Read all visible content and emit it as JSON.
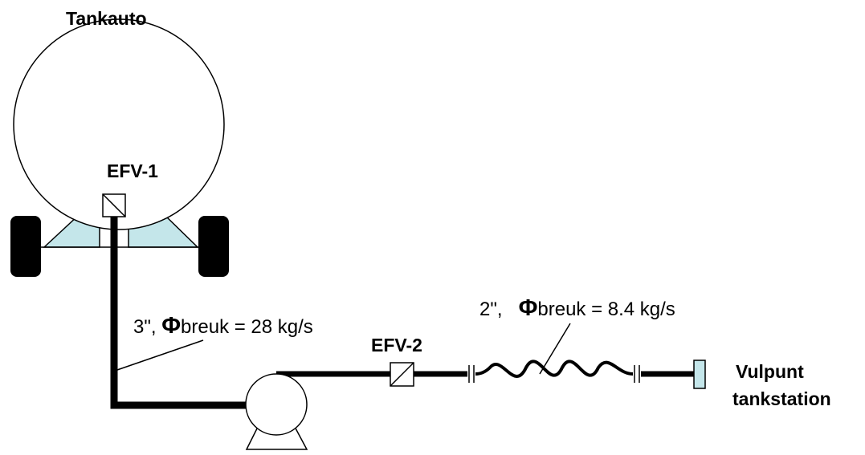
{
  "labels": {
    "tank": "Tankauto",
    "efv1": "EFV-1",
    "efv2": "EFV-2",
    "pipe3_prefix": "3\",",
    "pipe3_phi": "Φ",
    "pipe3_text": "breuk = 28 kg/s",
    "pipe2_prefix": "2\",",
    "pipe2_phi": "Φ",
    "pipe2_text": "breuk = 8.4 kg/s",
    "fill_line1": "Vulpunt",
    "fill_line2": "tankstation"
  },
  "colors": {
    "tank_fill": "#ffffff",
    "support_fill": "#c4e6ea",
    "fill_point": "#c4e6ea",
    "wheel": "#000000",
    "pipe": "#000000"
  }
}
